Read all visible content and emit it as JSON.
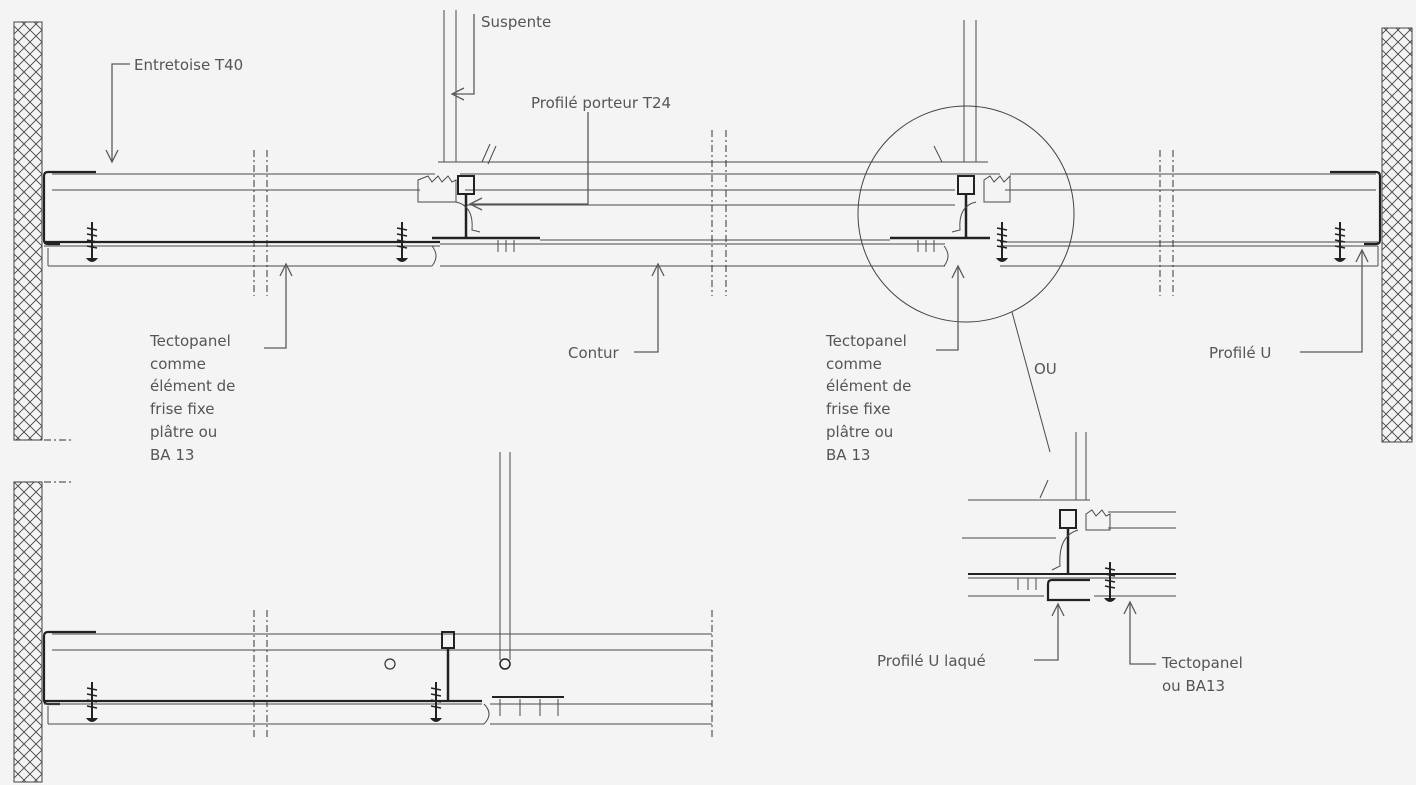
{
  "colors": {
    "background": "#f4f4f4",
    "line": "#4a4a4a",
    "text": "#555555"
  },
  "labels": {
    "suspente": "Suspente",
    "entretoise": "Entretoise T40",
    "porteur": "Profilé porteur T24",
    "tectopanel_left": [
      "Tectopanel",
      "comme",
      "élément de",
      "frise  fixe",
      "plâtre ou",
      "BA 13"
    ],
    "contur": "Contur",
    "tectopanel_right": [
      "Tectopanel",
      "comme",
      "élément de",
      "frise  fixe",
      "plâtre ou",
      "BA 13"
    ],
    "profile_u": "Profilé U",
    "ou": "OU",
    "profile_u_laque": "Profilé U laqué",
    "tectopanel_ba13": [
      "Tectopanel",
      "ou BA13"
    ]
  }
}
